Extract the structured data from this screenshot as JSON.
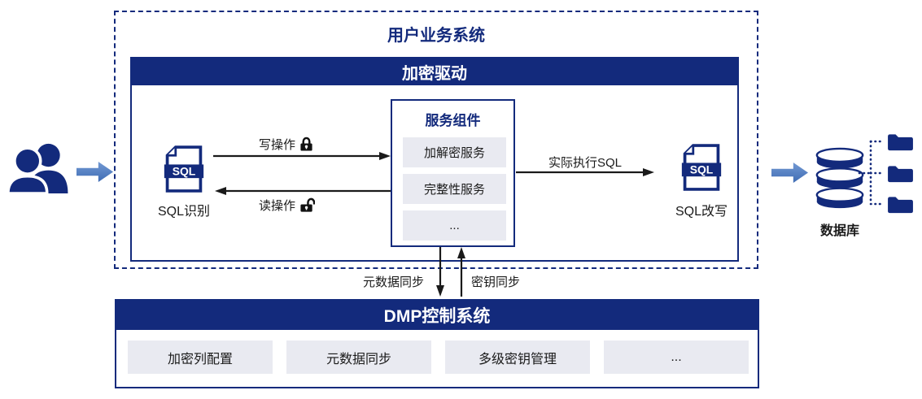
{
  "outer_system": {
    "title": "用户业务系统"
  },
  "driver": {
    "title": "加密驱动"
  },
  "left_sql": {
    "badge": "SQL",
    "label": "SQL识别"
  },
  "right_sql": {
    "badge": "SQL",
    "label": "SQL改写"
  },
  "flows": {
    "write": "写操作",
    "read": "读操作",
    "execute": "实际执行SQL",
    "metadata_sync": "元数据同步",
    "key_sync": "密钥同步"
  },
  "services": {
    "title": "服务组件",
    "items": [
      "加解密服务",
      "完整性服务",
      "..."
    ]
  },
  "dmp": {
    "title": "DMP控制系统",
    "items": [
      "加密列配置",
      "元数据同步",
      "多级密钥管理",
      "..."
    ]
  },
  "database": {
    "label": "数据库"
  },
  "colors": {
    "navy": "#132A7C",
    "item_bg": "#E9EAF1",
    "flow_arrow_blue": "#4A77C2",
    "line_black": "#1a1a1a"
  }
}
